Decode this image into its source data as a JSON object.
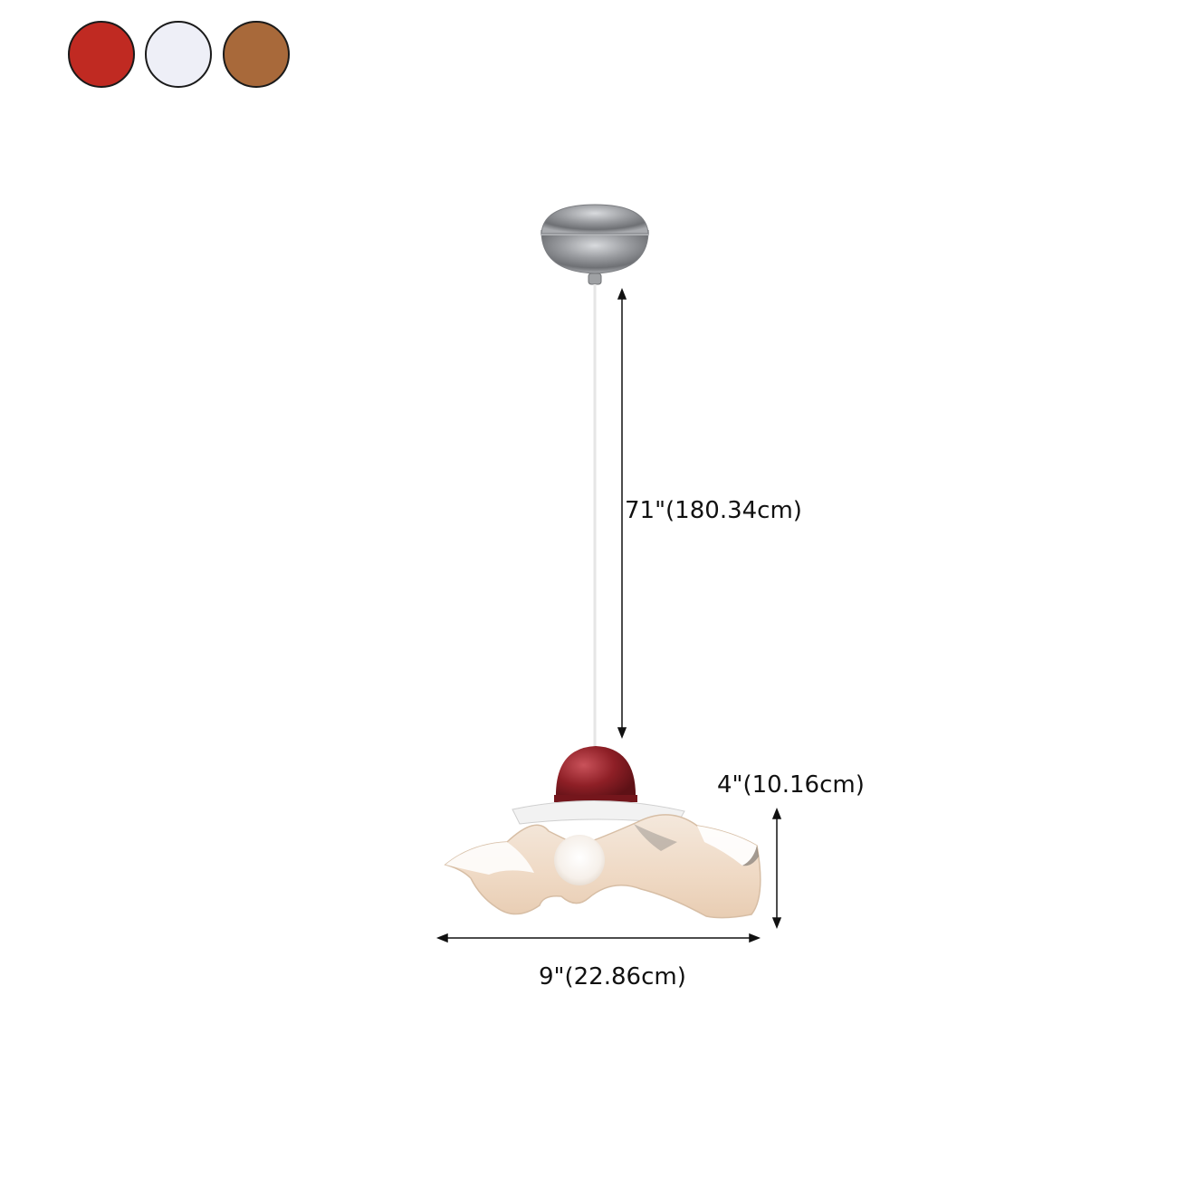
{
  "color_options": [
    {
      "name": "red-swatch",
      "color": "#c02a22"
    },
    {
      "name": "white-swatch",
      "color": "#eeeff7"
    },
    {
      "name": "brown-swatch",
      "color": "#a8693a"
    }
  ],
  "dimensions": {
    "total_height": "71\"(180.34cm)",
    "shade_height": "4\"(10.16cm)",
    "shade_width": "9\"(22.86cm)"
  }
}
